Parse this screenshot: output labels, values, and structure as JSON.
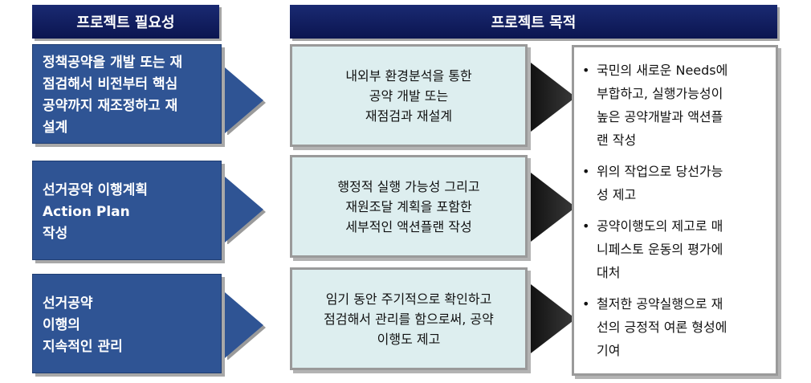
{
  "headers": {
    "need": "프로젝트 필요성",
    "purpose": "프로젝트 목적"
  },
  "needs": [
    "정책공약을 개발 또는 재\n점검해서 비전부터 핵심\n공약까지 재조정하고 재\n설계",
    "선거공약 이행계획\nAction Plan\n작성",
    "선거공약\n이행의\n지속적인 관리"
  ],
  "methods": [
    "내외부 환경분석을 통한\n공약 개발 또는\n재점검과 재설계",
    "행정적 실행 가능성 그리고\n재원조달 계획을 포함한\n세부적인 액션플랜 작성",
    "임기 동안 주기적으로 확인하고\n점검해서 관리를 함으로써, 공약\n이행도 제고"
  ],
  "goals": [
    "국민의 새로운 Needs에\n부합하고, 실행가능성이\n높은 공약개발과 액션플\n랜 작성",
    "위의 작업으로 당선가능\n성 제고",
    "공약이행도의 제고로 매\n니페스토 운동의 평가에\n대처",
    "철저한 공약실행으로 재\n선의 긍정적 여론 형성에\n기여"
  ],
  "bullet_symbol": "•",
  "colors": {
    "header_bg": "#0f1b5e",
    "need_box": "#2f5494",
    "arrow": "#2f5494",
    "mid_box": "#ddeeef",
    "triangle": "#2b2b2b"
  }
}
